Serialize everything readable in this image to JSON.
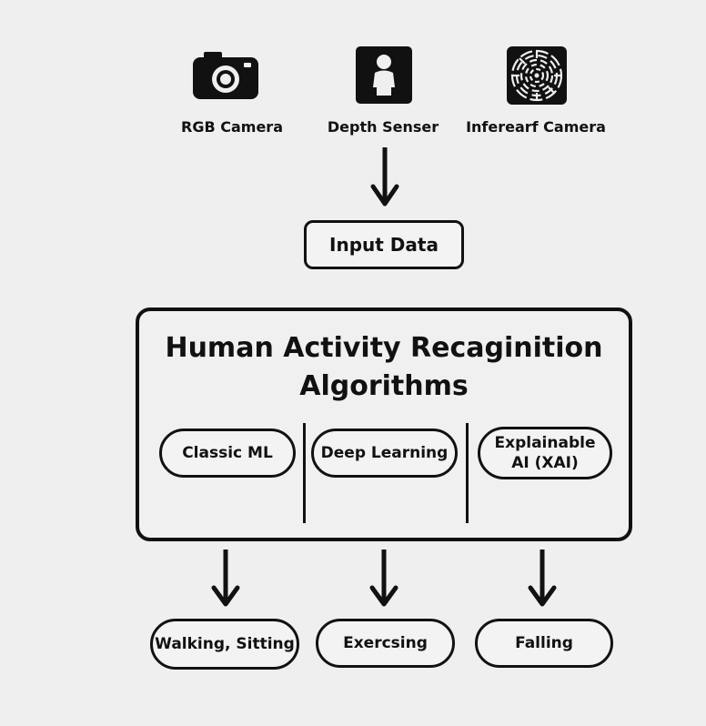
{
  "sensors": [
    {
      "label": "RGB Camera",
      "icon": "camera-icon"
    },
    {
      "label": "Depth Senser",
      "icon": "person-icon"
    },
    {
      "label": "Inferearf Camera",
      "icon": "maze-icon"
    }
  ],
  "input_label": "Input Data",
  "algorithms": {
    "title_line1": "Human Activity Recaginition",
    "title_line2": "Algorithms",
    "methods": [
      {
        "label": "Classic ML"
      },
      {
        "label": "Deep Learning"
      },
      {
        "label_line1": "Explainable",
        "label_line2": "AI (XAI)"
      }
    ]
  },
  "outputs": [
    {
      "label": "Walking, Sitting"
    },
    {
      "label": "Exercsing"
    },
    {
      "label": "Falling"
    }
  ]
}
